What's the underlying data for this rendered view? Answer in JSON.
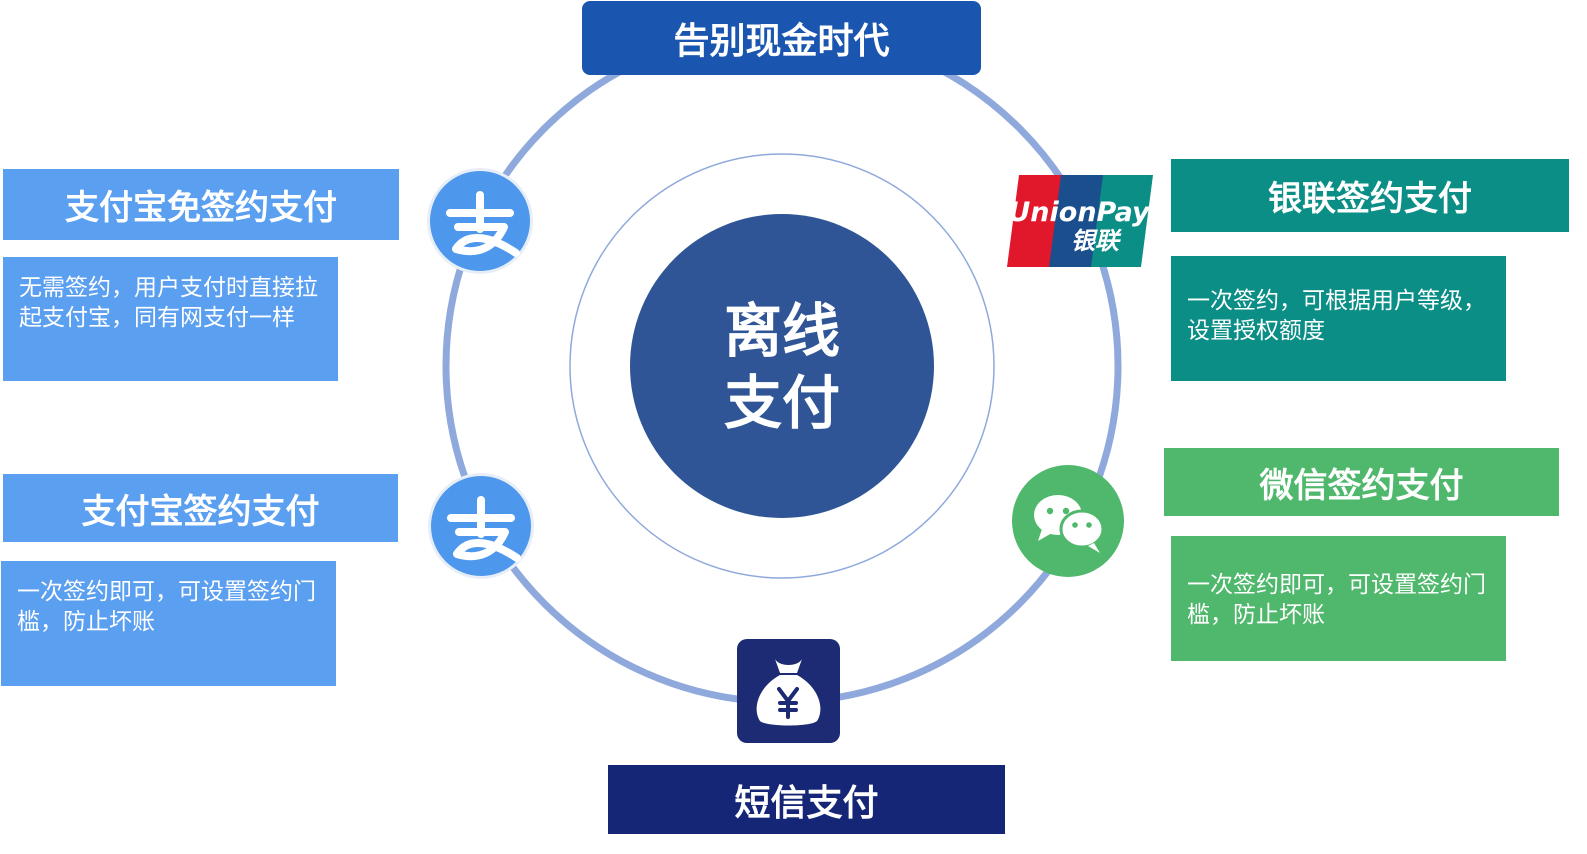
{
  "top": {
    "title": "告别现金时代"
  },
  "center": {
    "line1": "离线",
    "line2": "支付"
  },
  "alipay_free": {
    "title": "支付宝免签约支付",
    "desc": "无需签约，用户支付时直接拉起支付宝，同有网支付一样"
  },
  "alipay_sign": {
    "title": "支付宝签约支付",
    "desc": "一次签约即可，可设置签约门槛，防止坏账"
  },
  "unionpay": {
    "title": "银联签约支付",
    "desc": "一次签约，可根据用户等级，设置授权额度",
    "logo_text": "UnionPay",
    "logo_cn": "银联"
  },
  "wechat": {
    "title": "微信签约支付",
    "desc": "一次签约即可，可设置签约门槛，防止坏账"
  },
  "sms": {
    "title": "短信支付"
  },
  "icons": {
    "alipay": "alipay-icon",
    "unionpay": "unionpay-logo",
    "wechat": "wechat-icon",
    "sms": "money-bag-icon"
  },
  "colors": {
    "top_title": "#1a56b0",
    "center": "#2f5597",
    "ring": "#8fa9dc",
    "alipay": "#5b9ff0",
    "unionpay": "#0a8e85",
    "wechat": "#50b86c",
    "sms": "#152676"
  }
}
